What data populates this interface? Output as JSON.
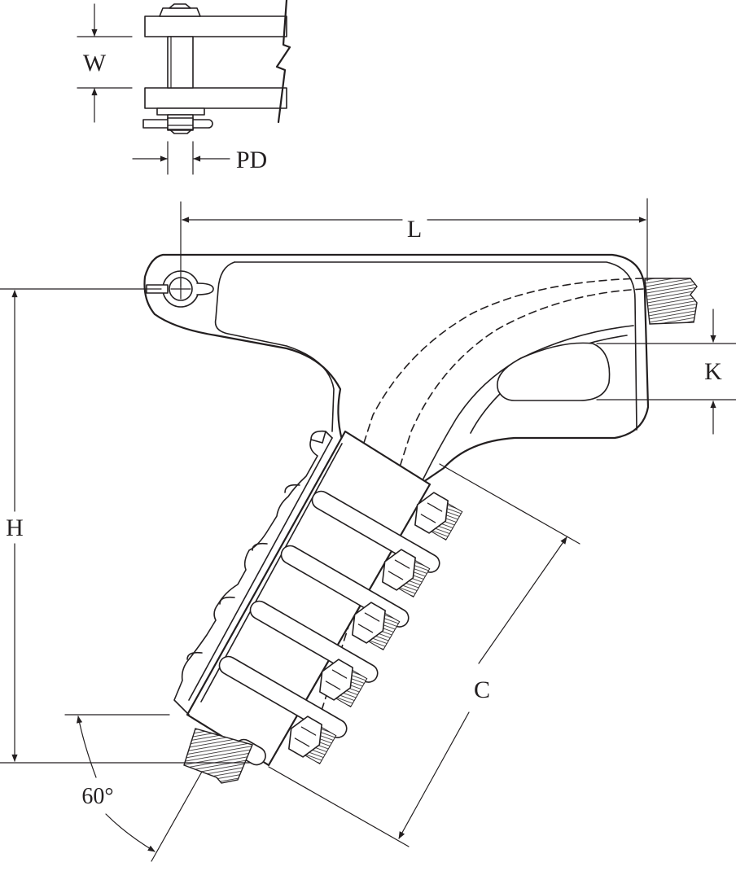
{
  "labels": {
    "w": "W",
    "pd": "PD",
    "l": "L",
    "k": "K",
    "h": "H",
    "c": "C",
    "angle": "60°"
  },
  "colors": {
    "line": "#231f20",
    "background": "#ffffff"
  }
}
